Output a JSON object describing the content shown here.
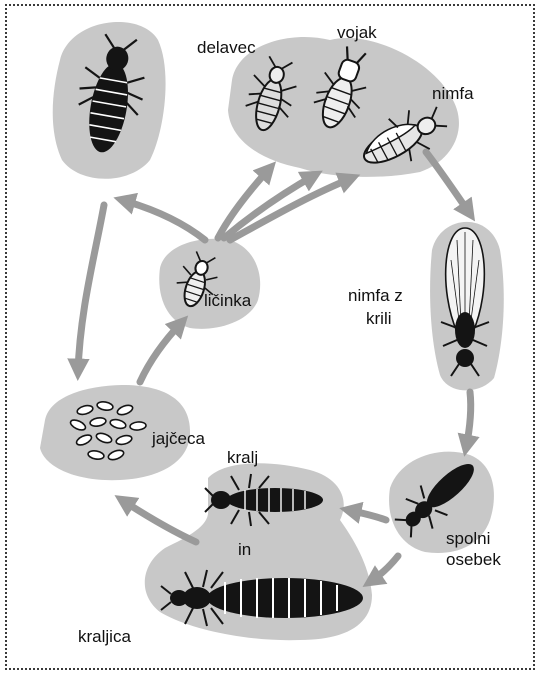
{
  "labels": {
    "delavec": "delavec",
    "vojak": "vojak",
    "nimfa": "nimfa",
    "nimfa_z_krili_line1": "nimfa z",
    "nimfa_z_krili_line2": "krili",
    "licinka": "ličinka",
    "jajceca": "jajčeca",
    "kralj": "kralj",
    "in": "in",
    "spolni_line1": "spolni",
    "spolni_line2": "osebek",
    "kraljica": "kraljica"
  },
  "colors": {
    "blob": "#c8c8c8",
    "arrow": "#9a9a9a",
    "insect": "#141414",
    "frame": "#3a3a3a"
  }
}
